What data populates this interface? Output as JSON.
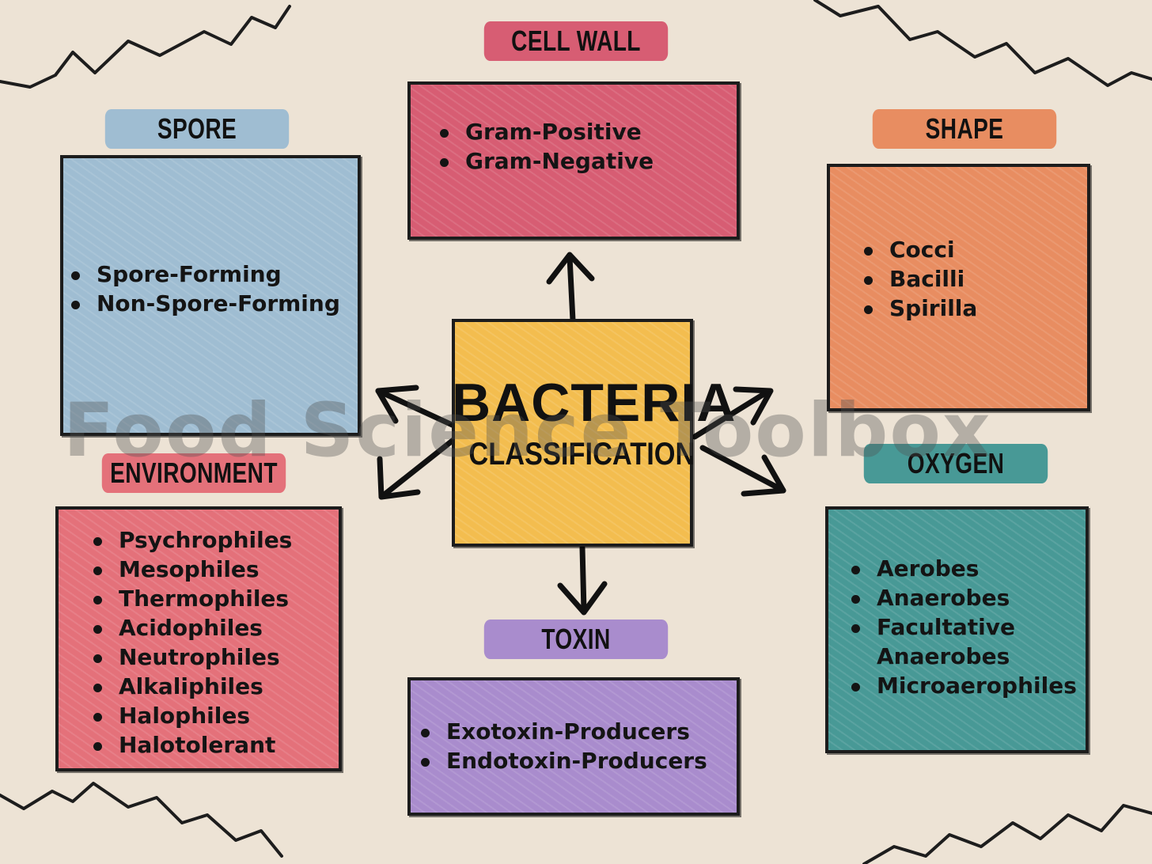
{
  "center": {
    "title": "BACTERIA",
    "subtitle": "CLASSIFICATION"
  },
  "categories": {
    "cell_wall": {
      "label": "CELL WALL",
      "items": [
        "Gram-Positive",
        "Gram-Negative"
      ]
    },
    "spore": {
      "label": "SPORE",
      "items": [
        "Spore-Forming",
        "Non-Spore-Forming"
      ]
    },
    "shape": {
      "label": "SHAPE",
      "items": [
        "Cocci",
        "Bacilli",
        "Spirilla"
      ]
    },
    "environment": {
      "label": "ENVIRONMENT",
      "items": [
        "Psychrophiles",
        "Mesophiles",
        "Thermophiles",
        "Acidophiles",
        "Neutrophiles",
        "Alkaliphiles",
        "Halophiles",
        "Halotolerant"
      ]
    },
    "oxygen": {
      "label": "OXYGEN",
      "items": [
        "Aerobes",
        "Anaerobes",
        "Facultative",
        "Anaerobes",
        "Microaerophiles"
      ]
    },
    "toxin": {
      "label": "TOXIN",
      "items": [
        "Exotoxin-Producers",
        "Endotoxin-Producers"
      ]
    }
  },
  "watermark": "Food Science Toolbox",
  "colors": {
    "background": "#ede3d5",
    "center": "#f3bd4f",
    "cell_wall": "#d75d73",
    "spore": "#9fbdd2",
    "shape": "#e88d61",
    "environment": "#e4717a",
    "oxygen": "#489996",
    "toxin": "#a98ccd"
  }
}
